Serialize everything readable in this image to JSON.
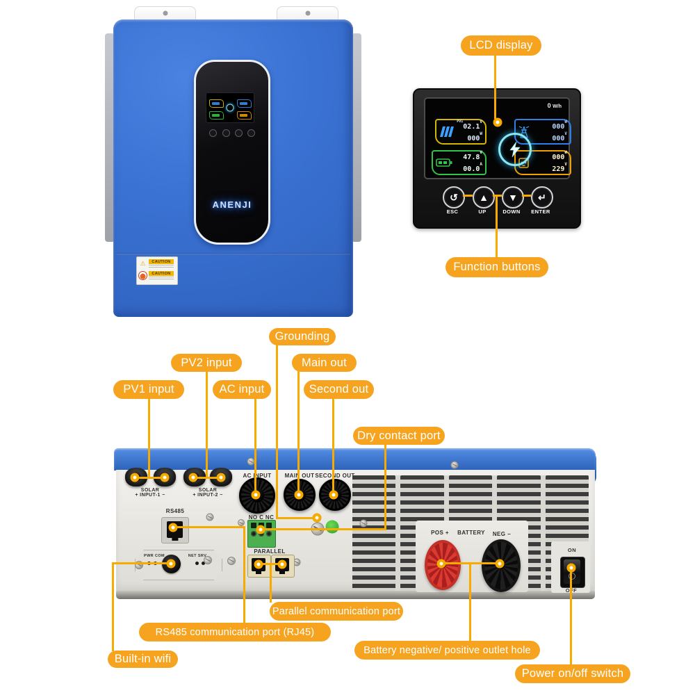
{
  "colors": {
    "accent_pill": "#F6A41F",
    "callout_line": "#F7AB00",
    "inverter_blue": "#3A72D3",
    "rear_band_blue": "#2D62B8"
  },
  "front": {
    "brand": "ANENJI",
    "caution": "CAUTION"
  },
  "lcd": {
    "callout": "LCD display",
    "buttons_callout": "Function buttons",
    "energy_value": "0",
    "energy_unit": "W/h",
    "pv": {
      "tag": "PV1",
      "v1": "02.1",
      "u1": "V",
      "v2": "000",
      "u2": "W"
    },
    "grid": {
      "v1": "000",
      "u1": "W",
      "v2": "000",
      "u2": "V"
    },
    "battery": {
      "v1": "47.8",
      "u1": "V",
      "v2": "00.0",
      "u2": "A"
    },
    "output": {
      "v1": "000",
      "u1": "W",
      "v2": "229",
      "u2": "V"
    },
    "buttons": [
      {
        "glyph": "↺",
        "label": "ESC"
      },
      {
        "glyph": "▲",
        "label": "UP"
      },
      {
        "glyph": "▼",
        "label": "DOWN"
      },
      {
        "glyph": "↵",
        "label": "ENTER"
      }
    ]
  },
  "rear": {
    "solar1_l1": "SOLAR",
    "solar1_l2": "+ INPUT-1 −",
    "solar2_l1": "SOLAR",
    "solar2_l2": "+ INPUT-2 −",
    "ac_input": "AC INPUT",
    "main_out": "MAIN OUT",
    "second_out": "SECOND OUT",
    "rs485": "RS485",
    "dry_contact": "NO C NC",
    "parallel": "PARALLEL",
    "wifi_left": "PWR COM",
    "wifi_right": "NET SRV",
    "pos": "POS +",
    "battery": "BATTERY",
    "neg": "NEG −",
    "on": "ON",
    "off": "OFF"
  },
  "callouts": {
    "grounding": "Grounding",
    "pv2": "PV2 input",
    "main_out": "Main out",
    "pv1": "PV1 input",
    "ac_input": "AC input",
    "second_out": "Second out",
    "dry_contact": "Dry contact port",
    "parallel": "Parallel communication port",
    "rs485": "RS485 communication port (RJ45)",
    "wifi": "Built-in wifi",
    "battery": "Battery negative/ positive outlet hole",
    "power": "Power on/off switch"
  }
}
